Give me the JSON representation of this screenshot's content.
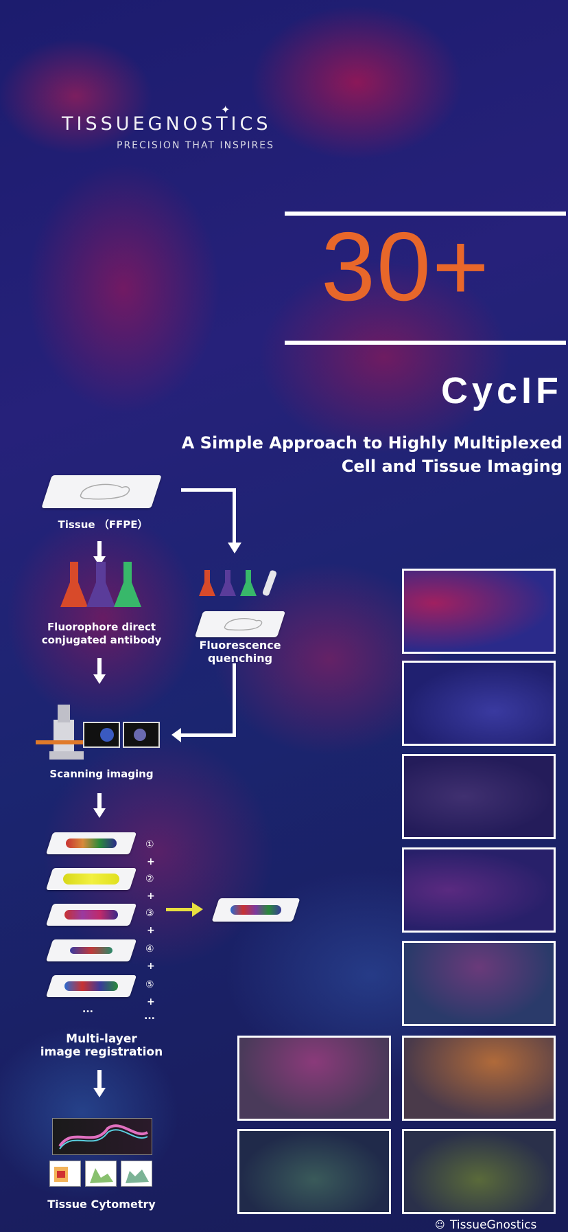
{
  "brand": {
    "name": "TISSUEGNOSTICS",
    "tagline": "PRECISION THAT INSPIRES"
  },
  "headline": {
    "number": "30+",
    "title": "CycIF",
    "subtitle_line1": "A Simple Approach to Highly Multiplexed",
    "subtitle_line2": "Cell and Tissue Imaging"
  },
  "workflow": {
    "tissue": "Tissue （FFPE）",
    "antibody_line1": "Fluorophore direct",
    "antibody_line2": "conjugated antibody",
    "quench_line1": "Fluorescence",
    "quench_line2": "quenching",
    "scanning": "Scanning imaging",
    "registration_line1": "Multi-layer",
    "registration_line2": "image registration",
    "cytometry": "Tissue Cytometry",
    "steps": [
      "①",
      "②",
      "③",
      "④",
      "⑤"
    ],
    "plus": "+",
    "ellipsis": "..."
  },
  "watermark": "TissueGnostics",
  "colors": {
    "accent": "#e8672a",
    "background": "#1f2270"
  }
}
